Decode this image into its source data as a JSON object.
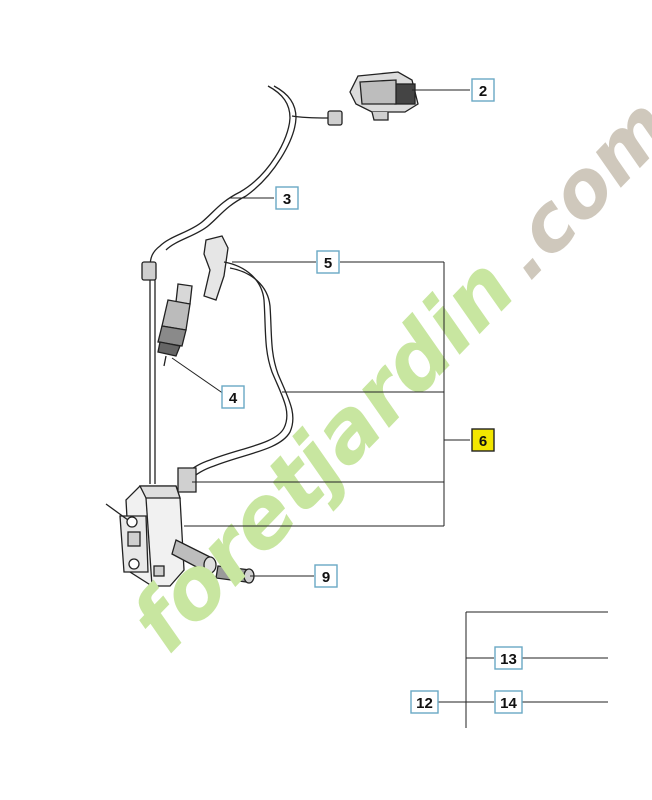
{
  "callouts": {
    "c2": "2",
    "c3": "3",
    "c4": "4",
    "c5": "5",
    "c6": "6",
    "c9": "9",
    "c12": "12",
    "c13": "13",
    "c14": "14"
  },
  "watermark": {
    "part1": "foret",
    "part2": "jardin",
    "part3": ".com"
  },
  "colors": {
    "line": "#222222",
    "callout_border": "#6aa9c4",
    "highlight": "#f2e600",
    "watermark_green": "#c8e6a0",
    "watermark_orange": "#f3c99a",
    "watermark_gray": "#cfc8bc"
  }
}
